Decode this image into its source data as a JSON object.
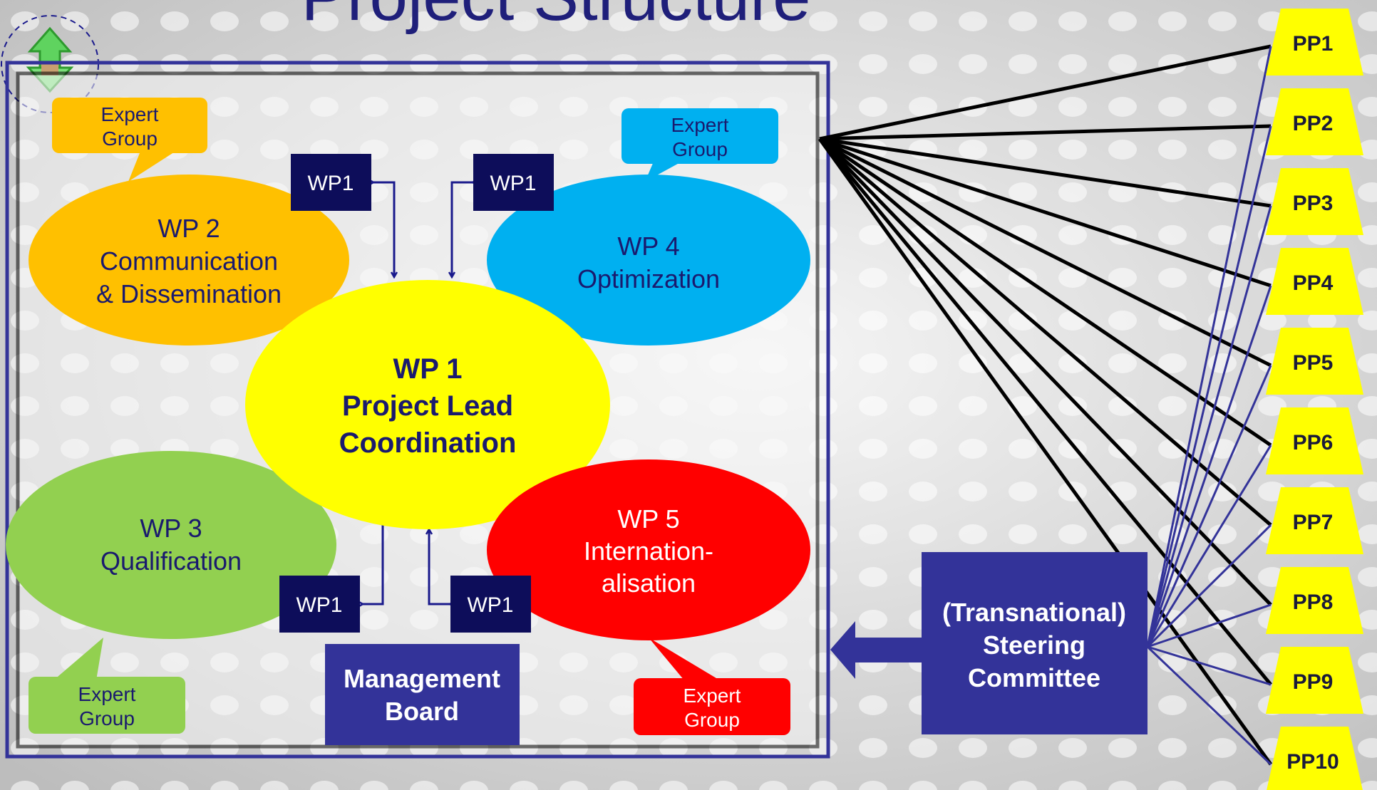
{
  "title": "Project Structure",
  "work_packages": {
    "wp1": [
      "WP 1",
      "Project Lead",
      "Coordination"
    ],
    "wp2": [
      "WP 2",
      "Communication",
      "& Dissemination"
    ],
    "wp3": [
      "WP 3",
      "Qualification"
    ],
    "wp4": [
      "WP 4",
      "Optimization"
    ],
    "wp5": [
      "WP 5",
      "Internation-",
      "alisation"
    ]
  },
  "expert_group": [
    "Expert",
    "Group"
  ],
  "wp1_link_label": "WP1",
  "management_board": [
    "Management",
    "Board"
  ],
  "steering_committee": [
    "(Transnational)",
    "Steering",
    "Committee"
  ],
  "partners": [
    "PP1",
    "PP2",
    "PP3",
    "PP4",
    "PP5",
    "PP6",
    "PP7",
    "PP8",
    "PP9",
    "PP10"
  ],
  "colors": {
    "wp1": "#ffff00",
    "wp2": "#ffc000",
    "wp3": "#92d050",
    "wp4": "#00b0f0",
    "wp5": "#ff0000",
    "navy": "#333399",
    "dark_navy": "#0d0d5a",
    "title": "#1f1f7a"
  }
}
